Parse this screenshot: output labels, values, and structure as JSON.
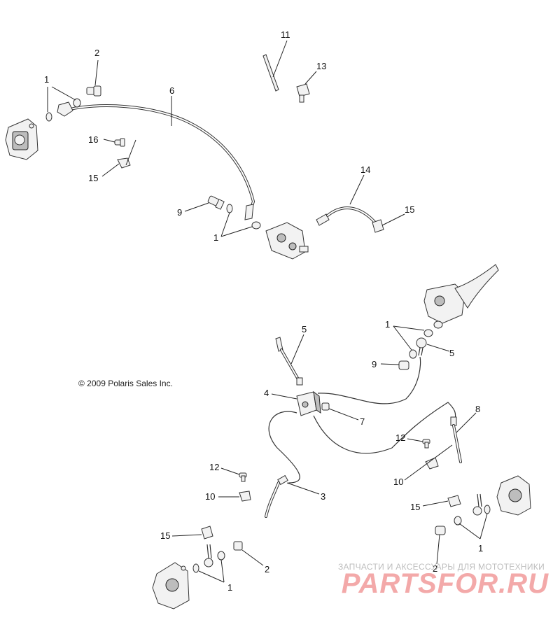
{
  "diagram": {
    "copyright": "© 2009 Polaris Sales Inc.",
    "callouts": {
      "c1a": "1",
      "c2a": "2",
      "c6": "6",
      "c16": "16",
      "c15a": "15",
      "c11": "11",
      "c13": "13",
      "c9a": "9",
      "c1b": "1",
      "c14": "14",
      "c15b": "15",
      "c1c": "1",
      "c5a": "5",
      "c9b": "9",
      "c5b": "5",
      "c4": "4",
      "c7": "7",
      "c8": "8",
      "c12a": "12",
      "c10a": "10",
      "c12b": "12",
      "c10b": "10",
      "c3": "3",
      "c15c": "15",
      "c1d": "1",
      "c15d": "15",
      "c2b": "2",
      "c1e": "1",
      "c2c": "2"
    }
  },
  "watermark": {
    "tagline": "ЗАПЧАСТИ И АКСЕССУАРЫ ДЛЯ МОТОТЕХНИКИ",
    "logo": "PARTSFOR.RU"
  }
}
